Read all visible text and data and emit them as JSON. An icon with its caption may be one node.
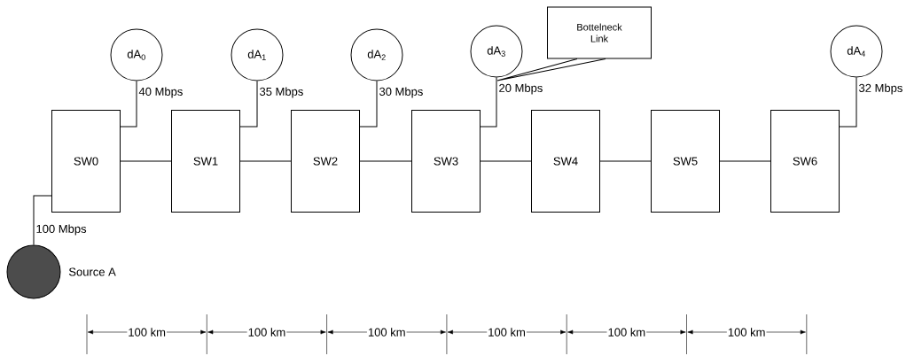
{
  "diagram": {
    "nodes": [
      {
        "text": [
          "SW0"
        ]
      },
      {
        "text": [
          "SW1"
        ]
      },
      {
        "text": [
          "SW2"
        ]
      },
      {
        "text": [
          "SW3"
        ]
      },
      {
        "text": [
          "SW4"
        ]
      },
      {
        "text": [
          "SW5"
        ]
      },
      {
        "text": [
          "SW6"
        ]
      },
      {
        "text": [
          "dA$_{0}$"
        ]
      },
      {
        "text": [
          "dA$_{1}$"
        ]
      },
      {
        "text": [
          "dA$_{2}$"
        ]
      },
      {
        "text": [
          "dA$_{3}$"
        ]
      },
      {
        "text": [
          "dA$_{4}$"
        ]
      },
      {
        "text": [],
        "shape": "circle",
        "beside": [
          "Source A"
        ]
      },
      {
        "text": [
          "Bottelneck Link"
        ]
      }
    ],
    "edges": [
      {
        "from": 0,
        "to": 1,
        "arrow": "none"
      },
      {
        "from": 1,
        "to": 2,
        "arrow": "none"
      },
      {
        "from": 2,
        "to": 3,
        "arrow": "none"
      },
      {
        "from": 3,
        "to": 4,
        "arrow": "none"
      },
      {
        "from": 4,
        "to": 5,
        "arrow": "none"
      },
      {
        "from": 5,
        "to": 6,
        "arrow": "none"
      },
      {
        "from": 7,
        "to": 0,
        "arrow": "none",
        "label": "40 Mbps"
      },
      {
        "from": 8,
        "to": 1,
        "arrow": "none",
        "label": "35 Mbps"
      },
      {
        "from": 9,
        "to": 2,
        "arrow": "none",
        "label": "30 Mbps"
      },
      {
        "from": 10,
        "to": 3,
        "arrow": "none",
        "label": "20 Mbps"
      },
      {
        "from": 11,
        "to": 6,
        "arrow": "none",
        "label": "32 Mbps"
      },
      {
        "from": 12,
        "to": 0,
        "arrow": "none",
        "label": "100 Mbps"
      },
      {
        "from": 13,
        "to": null,
        "arrow": "none"
      }
    ],
    "labels": [
      "100 km",
      "100 km",
      "100 km",
      "100 km",
      "100 km",
      "100 km"
    ]
  }
}
